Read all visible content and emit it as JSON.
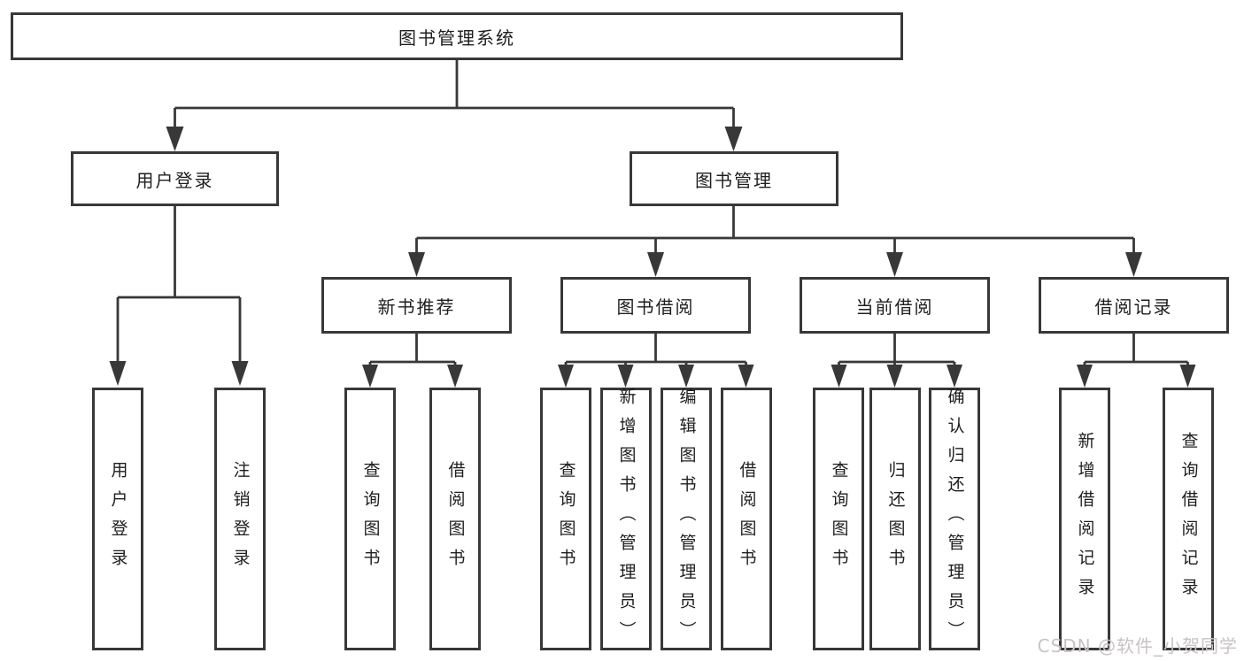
{
  "nodes": {
    "root": "图书管理系统",
    "level2": [
      "用户登录",
      "图书管理"
    ],
    "level3": [
      "新书推荐",
      "图书借阅",
      "当前借阅",
      "借阅记录"
    ],
    "login_children": [
      "用户登录",
      "注销登录"
    ],
    "newbook_children": [
      "查询图书",
      "借阅图书"
    ],
    "borrow_children": [
      "查询图书",
      "新增图书（管理员）",
      "编辑图书（管理员）",
      "借阅图书"
    ],
    "current_children": [
      "查询图书",
      "归还图书",
      "确认归还（管理员）"
    ],
    "record_children": [
      "新增借阅记录",
      "查询借阅记录"
    ]
  },
  "watermark": "CSDN @软件_小贺同学",
  "colors": {
    "line": "#383838",
    "text": "#1e1e1e",
    "background": "#ffffff",
    "watermark": "#c9c3c3"
  }
}
